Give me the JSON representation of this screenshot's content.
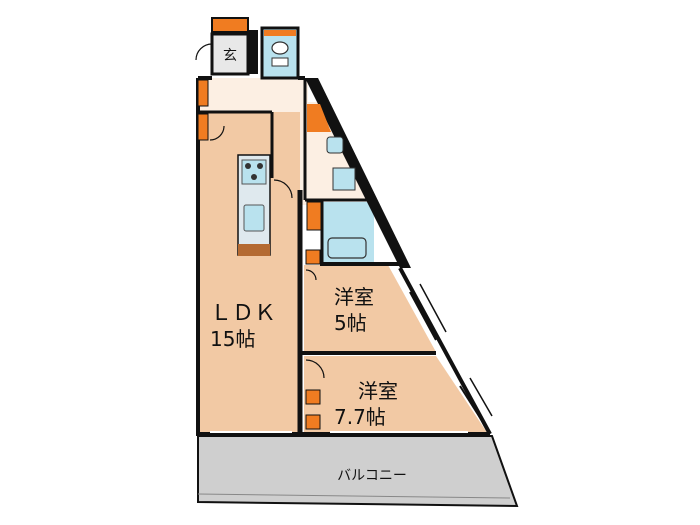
{
  "rooms": {
    "entrance": "玄",
    "ldk_name": "ＬＤＫ",
    "ldk_size": "15帖",
    "room1_name": "洋室",
    "room1_size": "5帖",
    "room2_name": "洋室",
    "room2_size": "7.7帖",
    "balcony": "バルコニー"
  },
  "colors": {
    "room_fill": "#f2c9a4",
    "wet_fill": "#fcefe3",
    "blue_fill": "#b9e2ee",
    "wall": "#111111",
    "accent": "#f07c21",
    "balcony_fill": "#cfcfcf"
  }
}
